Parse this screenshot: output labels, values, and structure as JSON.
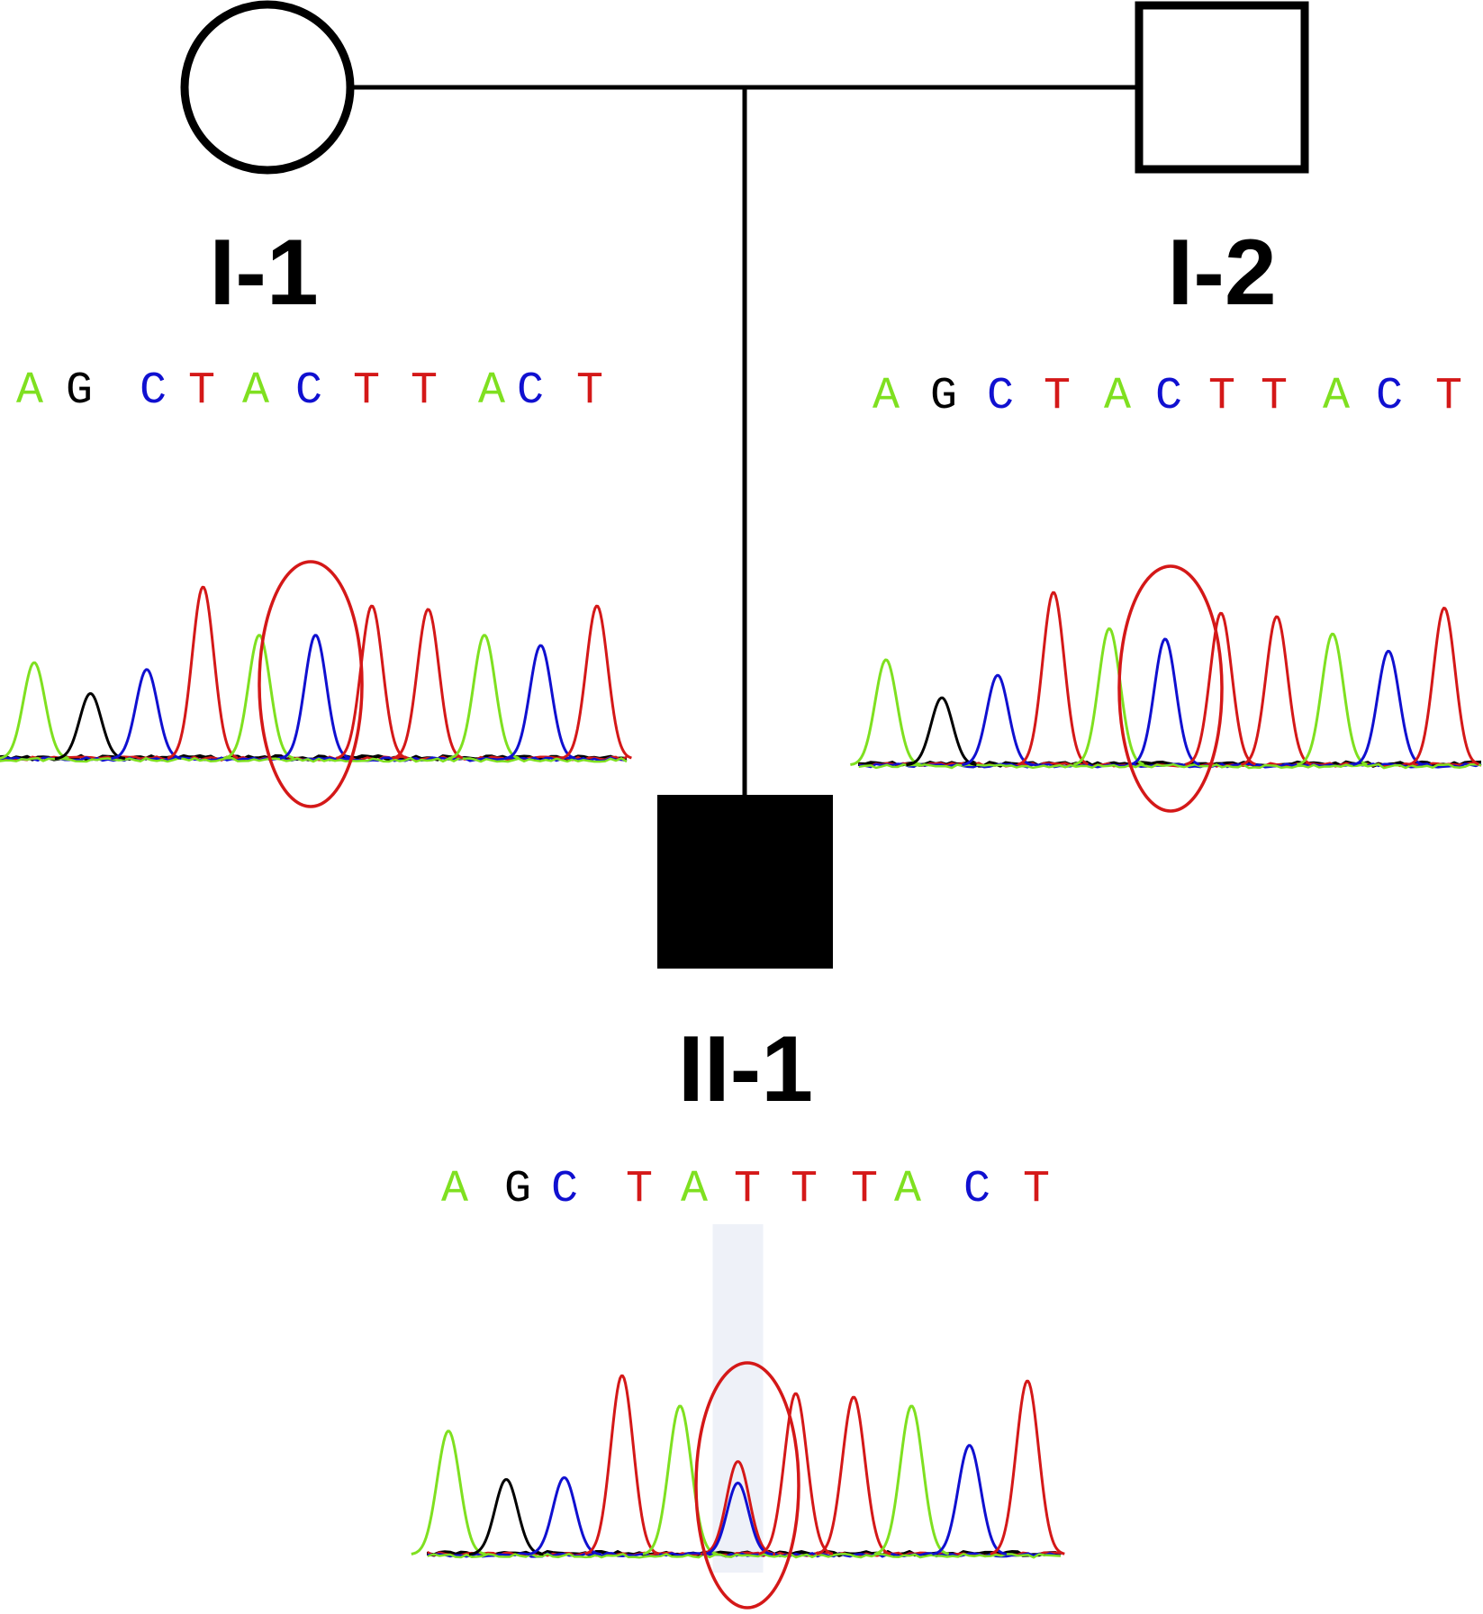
{
  "colors": {
    "A": "#7fe020",
    "G": "#000000",
    "C": "#1010d0",
    "T": "#d41818",
    "highlight": "#d41818",
    "line": "#000000",
    "shade": "#eef1f8"
  },
  "individuals": [
    {
      "id": "I-1",
      "label": "I-1",
      "sex": "female",
      "affected": false,
      "sequence": [
        "A",
        "G",
        "C",
        "T",
        "A",
        "C",
        "T",
        "T",
        "A",
        "C",
        "T"
      ],
      "peaks": [
        {
          "base": "A",
          "h": 0.56
        },
        {
          "base": "G",
          "h": 0.38
        },
        {
          "base": "C",
          "h": 0.52
        },
        {
          "base": "T",
          "h": 1.0
        },
        {
          "base": "A",
          "h": 0.72
        },
        {
          "base": "C",
          "h": 0.72
        },
        {
          "base": "T",
          "h": 0.89
        },
        {
          "base": "T",
          "h": 0.87
        },
        {
          "base": "A",
          "h": 0.72
        },
        {
          "base": "C",
          "h": 0.66
        },
        {
          "base": "T",
          "h": 0.89
        }
      ],
      "highlight_index": 5
    },
    {
      "id": "I-2",
      "label": "I-2",
      "sex": "male",
      "affected": false,
      "sequence": [
        "A",
        "G",
        "C",
        "T",
        "A",
        "C",
        "T",
        "T",
        "A",
        "C",
        "T"
      ],
      "peaks": [
        {
          "base": "A",
          "h": 0.61
        },
        {
          "base": "G",
          "h": 0.39
        },
        {
          "base": "C",
          "h": 0.52
        },
        {
          "base": "T",
          "h": 1.0
        },
        {
          "base": "A",
          "h": 0.79
        },
        {
          "base": "C",
          "h": 0.73
        },
        {
          "base": "T",
          "h": 0.88
        },
        {
          "base": "T",
          "h": 0.86
        },
        {
          "base": "A",
          "h": 0.76
        },
        {
          "base": "C",
          "h": 0.66
        },
        {
          "base": "T",
          "h": 0.91
        }
      ],
      "highlight_index": 5
    },
    {
      "id": "II-1",
      "label": "II-1",
      "sex": "male",
      "affected": true,
      "sequence": [
        "A",
        "G",
        "C",
        "T",
        "A",
        "T",
        "T",
        "T",
        "A",
        "C",
        "T"
      ],
      "peaks": [
        {
          "base": "A",
          "h": 0.69
        },
        {
          "base": "G",
          "h": 0.42
        },
        {
          "base": "C",
          "h": 0.43
        },
        {
          "base": "T",
          "h": 1.0
        },
        {
          "base": "A",
          "h": 0.83
        },
        {
          "base": "T",
          "h": 0.52,
          "overlay": {
            "base": "C",
            "h": 0.4
          }
        },
        {
          "base": "T",
          "h": 0.9
        },
        {
          "base": "T",
          "h": 0.88
        },
        {
          "base": "A",
          "h": 0.83
        },
        {
          "base": "C",
          "h": 0.61
        },
        {
          "base": "T",
          "h": 0.97
        }
      ],
      "highlight_index": 5
    }
  ]
}
